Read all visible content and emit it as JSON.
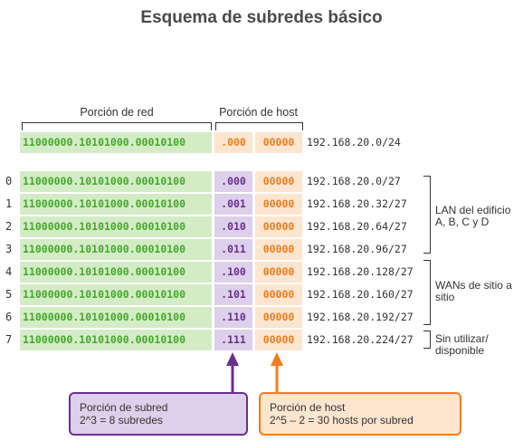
{
  "title": "Esquema de subredes básico",
  "labels": {
    "network_portion": "Porción de red",
    "host_portion": "Porción de host"
  },
  "header_row": {
    "network_bits": "11000000.10101000.00010100",
    "host_first_bits": ".000",
    "host_rest_bits": "00000",
    "address": "192.168.20.0/24"
  },
  "rows": [
    {
      "index": "0",
      "network_bits": "11000000.10101000.00010100",
      "subnet_bits": ".000",
      "host_bits": "00000",
      "address": "192.168.20.0/27"
    },
    {
      "index": "1",
      "network_bits": "11000000.10101000.00010100",
      "subnet_bits": ".001",
      "host_bits": "00000",
      "address": "192.168.20.32/27"
    },
    {
      "index": "2",
      "network_bits": "11000000.10101000.00010100",
      "subnet_bits": ".010",
      "host_bits": "00000",
      "address": "192.168.20.64/27"
    },
    {
      "index": "3",
      "network_bits": "11000000.10101000.00010100",
      "subnet_bits": ".011",
      "host_bits": "00000",
      "address": "192.168.20.96/27"
    },
    {
      "index": "4",
      "network_bits": "11000000.10101000.00010100",
      "subnet_bits": ".100",
      "host_bits": "00000",
      "address": "192.168.20.128/27"
    },
    {
      "index": "5",
      "network_bits": "11000000.10101000.00010100",
      "subnet_bits": ".101",
      "host_bits": "00000",
      "address": "192.168.20.160/27"
    },
    {
      "index": "6",
      "network_bits": "11000000.10101000.00010100",
      "subnet_bits": ".110",
      "host_bits": "00000",
      "address": "192.168.20.192/27"
    },
    {
      "index": "7",
      "network_bits": "11000000.10101000.00010100",
      "subnet_bits": ".111",
      "host_bits": "00000",
      "address": "192.168.20.224/27"
    }
  ],
  "groups": {
    "lan": [
      "LAN del edificio",
      "A, B, C y D"
    ],
    "wan": [
      "WANs de sitio a",
      "sitio"
    ],
    "unused": [
      "Sin utilizar/",
      "disponible"
    ]
  },
  "callouts": {
    "subnet": {
      "title": "Porción de subred",
      "text": "2^3 = 8 subredes"
    },
    "host": {
      "title": "Porción de host",
      "text": "2^5 – 2 = 30 hosts por subred"
    }
  },
  "colors": {
    "network": "#45a82a",
    "subnet": "#6a2f8e",
    "host": "#f07d1d"
  }
}
